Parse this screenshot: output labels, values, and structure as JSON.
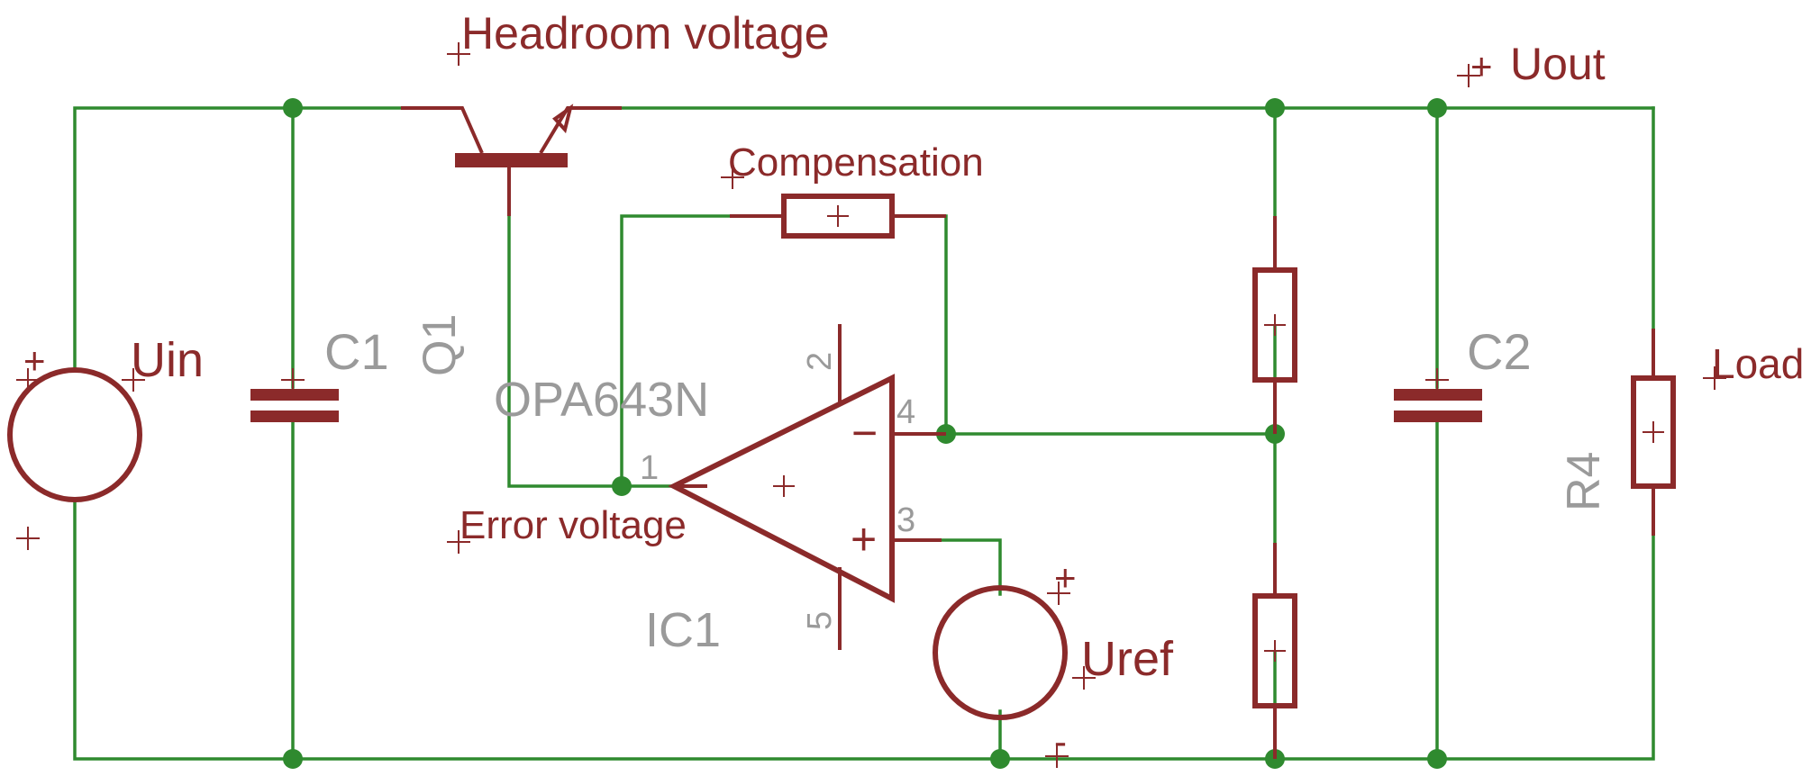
{
  "net_labels": {
    "headroom": "Headroom voltage",
    "uout": "Uout",
    "compensation": "Compensation",
    "error": "Error voltage",
    "load": "Load",
    "uin": "Uin",
    "uref": "Uref"
  },
  "part_labels": {
    "c1": "C1",
    "q1": "Q1",
    "opamp_value": "OPA643N",
    "ic1": "IC1",
    "c2": "C2",
    "r4": "R4"
  },
  "pins": {
    "p1": "1",
    "p2": "2",
    "p3": "3",
    "p4": "4",
    "p5": "5"
  },
  "symbols": {
    "plus": "+",
    "minus": "−",
    "ground_minus": "-"
  },
  "colors": {
    "wire": "#2f8a2f",
    "component": "#8b2a2a",
    "value_text": "#9a9a9a"
  }
}
